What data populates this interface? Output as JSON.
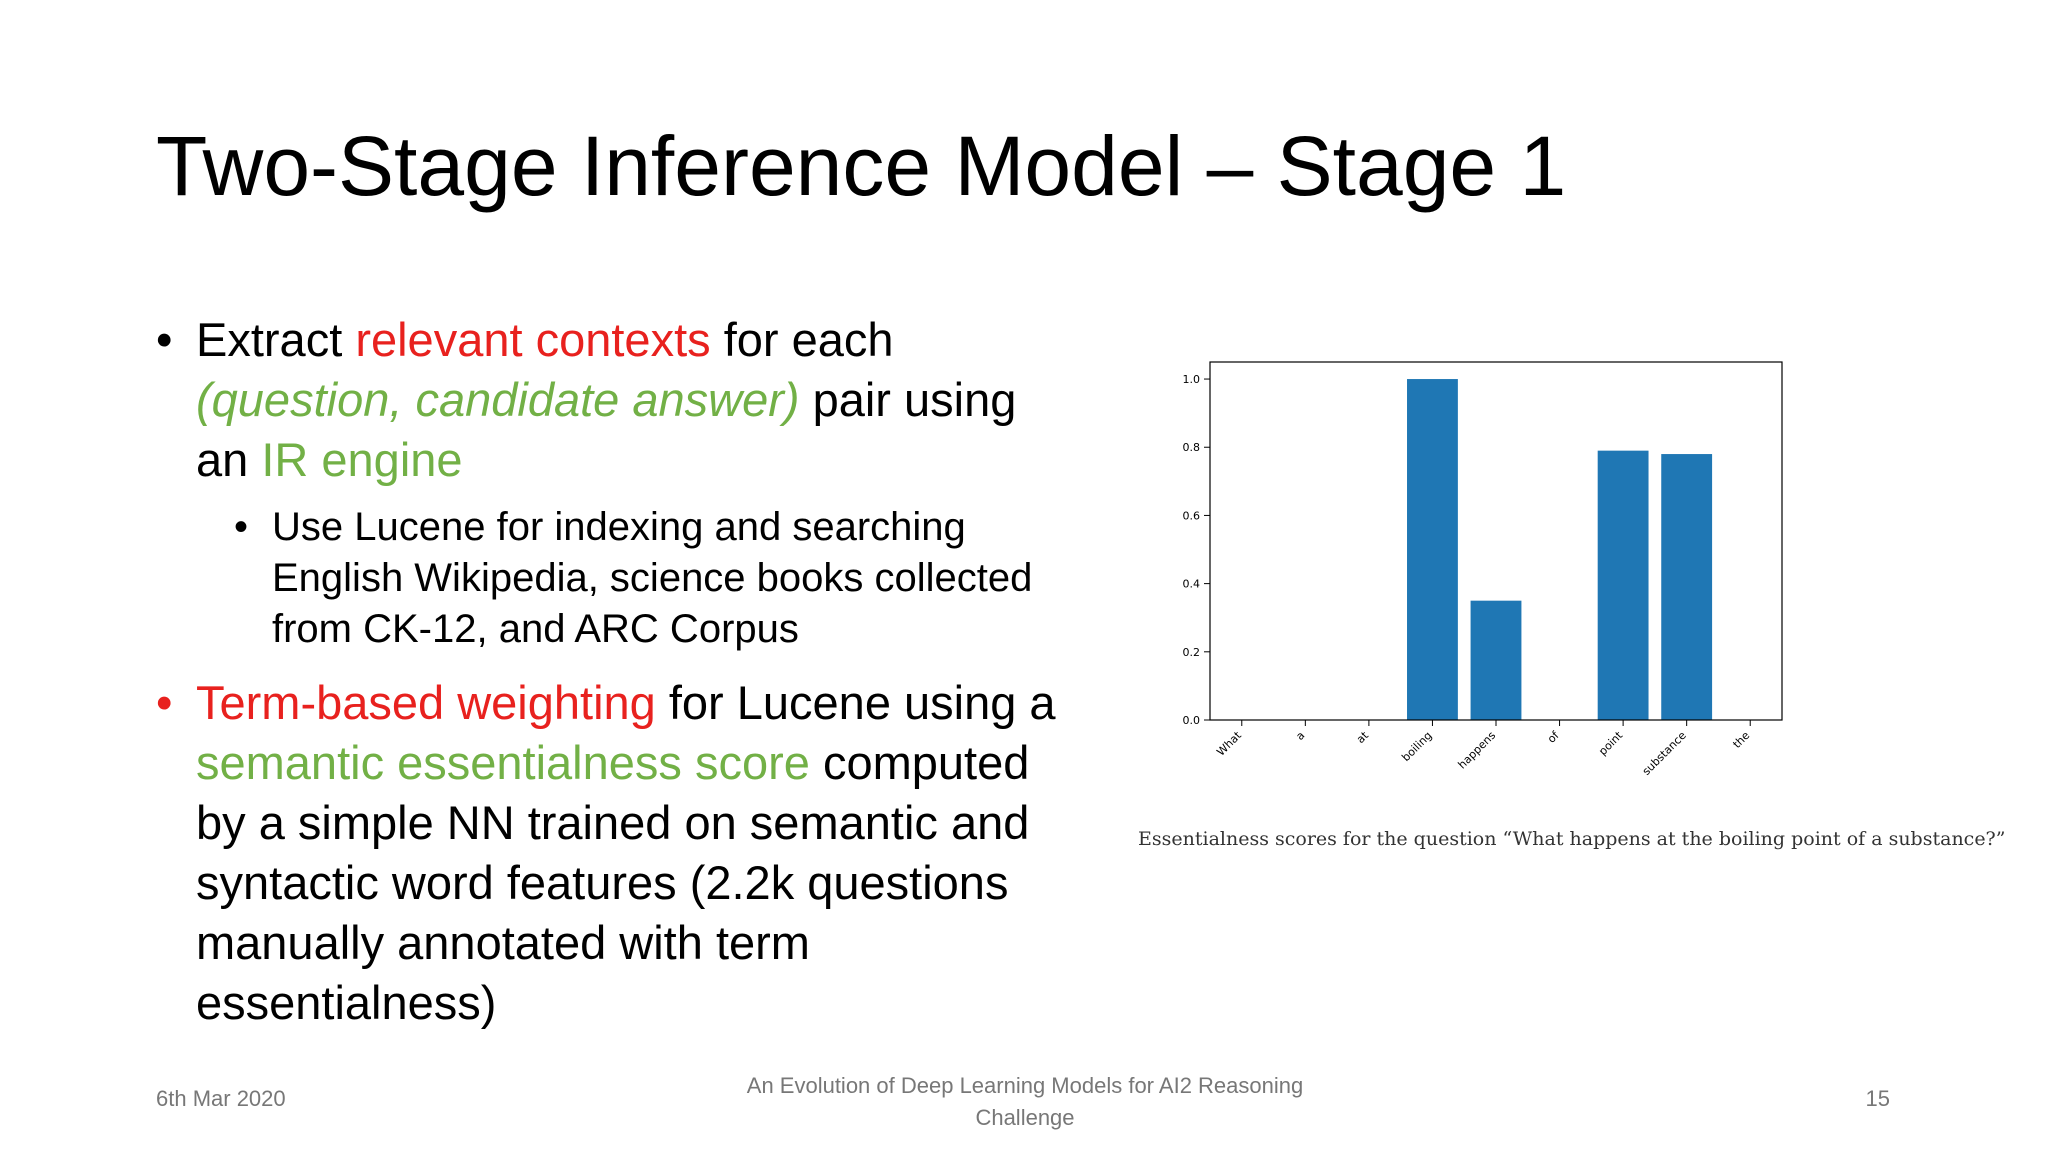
{
  "slide": {
    "title": "Two-Stage Inference Model – Stage 1",
    "bullet1": {
      "t1": "Extract ",
      "t2": "relevant contexts",
      "t3": " for each ",
      "t4": "(question, candidate answer)",
      "t5": " pair using an ",
      "t6": "IR engine"
    },
    "sub_bullet": "Use Lucene for indexing and searching English Wikipedia, science books collected from CK-12, and ARC Corpus",
    "bullet2": {
      "t1": "Term-based weighting",
      "t2": " for Lucene using a ",
      "t3": "semantic essentialness score",
      "t4": " computed by a simple NN trained on semantic and syntactic word features (2.2k questions manually annotated with term essentialness)"
    },
    "bullet_char": "•",
    "chart_caption": "Essentialness scores for the question “What happens at the boiling point of a substance?”",
    "footer": {
      "date": "6th Mar 2020",
      "center": "An Evolution of Deep Learning Models for AI2 Reasoning Challenge",
      "page": "15"
    }
  },
  "colors": {
    "red": "#e8211e",
    "green": "#72b046",
    "bar": "#1f77b4"
  },
  "chart_data": {
    "type": "bar",
    "categories": [
      "What",
      "a",
      "at",
      "boiling",
      "happens",
      "of",
      "point",
      "substance",
      "the"
    ],
    "values": [
      0.0,
      0.0,
      0.0,
      1.0,
      0.35,
      0.0,
      0.79,
      0.78,
      0.0
    ],
    "yticks": [
      "0.0",
      "0.2",
      "0.4",
      "0.6",
      "0.8",
      "1.0"
    ],
    "ylim": [
      0,
      1.05
    ],
    "title": "",
    "xlabel": "",
    "ylabel": "",
    "grid": false
  }
}
